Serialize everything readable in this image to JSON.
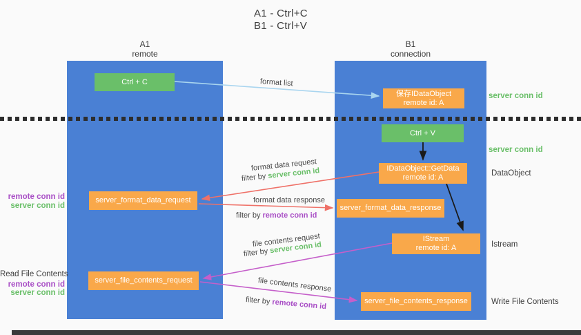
{
  "title": {
    "line1": "A1 - Ctrl+C",
    "line2": "B1 - Ctrl+V"
  },
  "lanes": {
    "left": {
      "title": "A1",
      "subtitle": "remote"
    },
    "right": {
      "title": "B1",
      "subtitle": "connection"
    }
  },
  "nodes": {
    "ctrl_c": {
      "label": "Ctrl + C"
    },
    "ctrl_v": {
      "label": "Ctrl + V"
    },
    "save_idataobject": {
      "line1": "保存IDataObject",
      "line2": "remote id: A"
    },
    "getdata": {
      "line1": "IDataObject::GetData",
      "line2": "remote id: A"
    },
    "istream": {
      "line1": "IStream",
      "line2": "remote id: A"
    },
    "server_format_data_request": {
      "label": "server_format_data_request"
    },
    "server_format_data_response": {
      "label": "server_format_data_response"
    },
    "server_file_contents_request": {
      "label": "server_file_contents_request"
    },
    "server_file_contents_response": {
      "label": "server_file_contents_response"
    }
  },
  "annotations": {
    "server_conn_id": "server conn id",
    "remote_conn_id": "remote conn id",
    "dataobject": "DataObject",
    "istream": "Istream",
    "read_file_contents": "Read File Contents",
    "write_file_contents": "Write File Contents"
  },
  "arrow_labels": {
    "format_list": "format list",
    "format_data_request": "format data request",
    "format_data_response": "format data response",
    "file_contents_request": "file contents request",
    "file_contents_response": "file contents response",
    "filter_by": "filter by "
  },
  "colors": {
    "lane_blue": "#4a80d4",
    "box_orange": "#f9a84a",
    "box_green": "#6abf69",
    "arrow_red": "#ef7168",
    "arrow_magenta": "#c55fca",
    "arrow_light_blue": "#a9d5ef",
    "arrow_black": "#1a1a1a",
    "label_green": "#6abf69",
    "label_purple": "#a94fc6"
  }
}
